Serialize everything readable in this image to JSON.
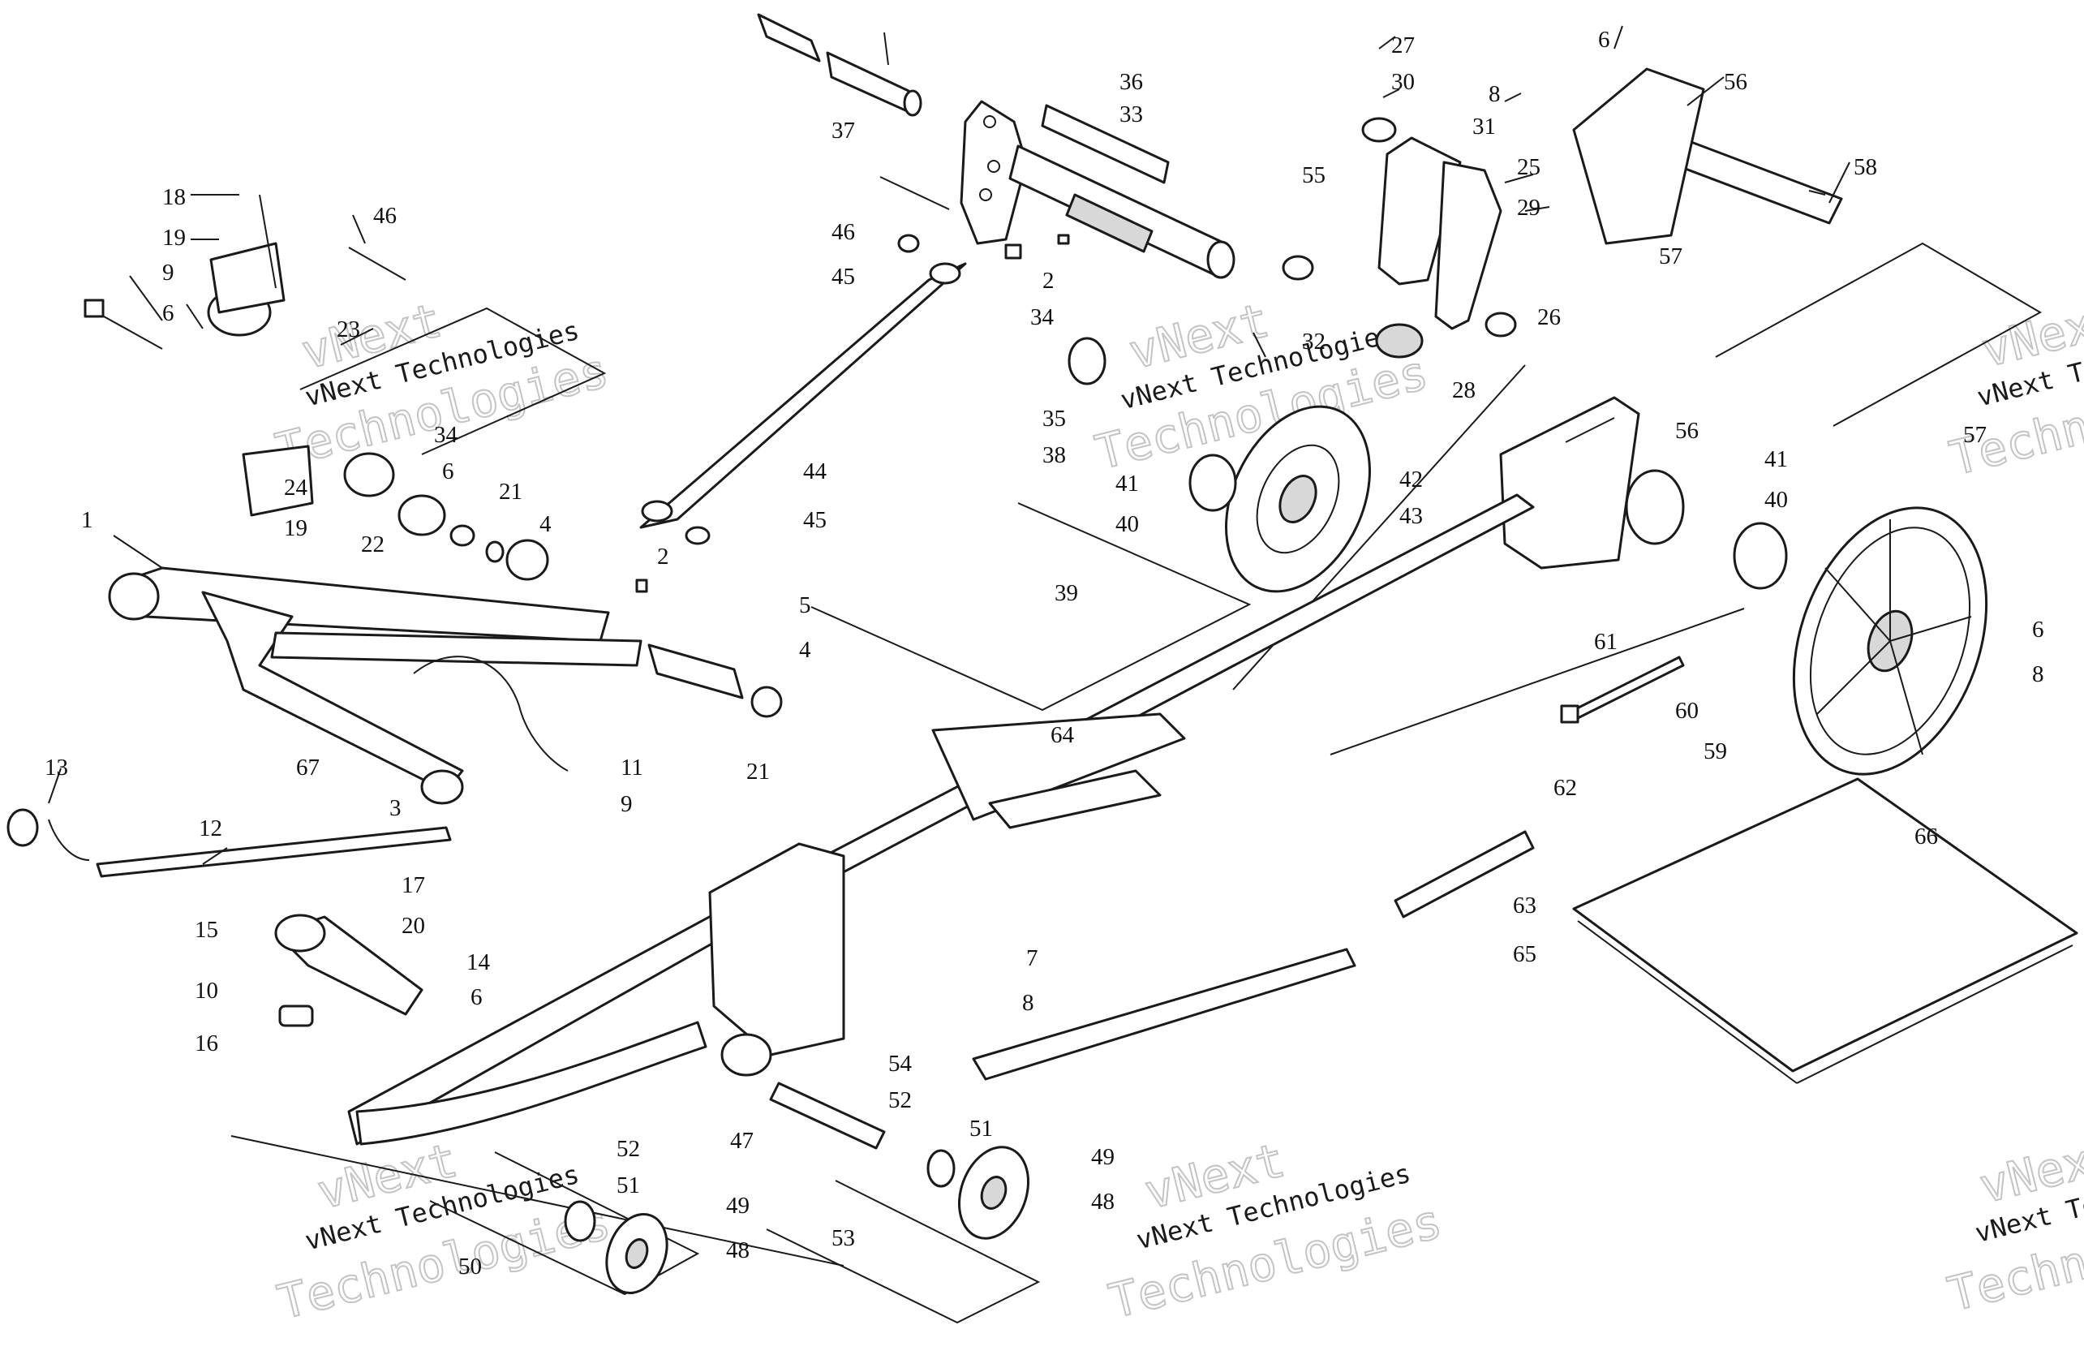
{
  "watermark": {
    "line1": "vNext",
    "line2": "vNext Technologies",
    "line3": "Technologies",
    "cut_line1": "vNext",
    "cut_line2": "vNext Tec",
    "cut_line3": "Technolo"
  },
  "callouts": [
    "1",
    "2",
    "3",
    "4",
    "5",
    "6",
    "7",
    "8",
    "9",
    "10",
    "11",
    "12",
    "13",
    "14",
    "15",
    "16",
    "17",
    "18",
    "19",
    "20",
    "21",
    "22",
    "23",
    "24",
    "25",
    "26",
    "27",
    "28",
    "29",
    "30",
    "31",
    "32",
    "33",
    "34",
    "35",
    "36",
    "37",
    "38",
    "39",
    "40",
    "41",
    "42",
    "43",
    "44",
    "45",
    "46",
    "47",
    "48",
    "49",
    "50",
    "51",
    "52",
    "53",
    "54",
    "55",
    "56",
    "57",
    "58",
    "59",
    "60",
    "61",
    "62",
    "63",
    "64",
    "65",
    "66",
    "67"
  ]
}
